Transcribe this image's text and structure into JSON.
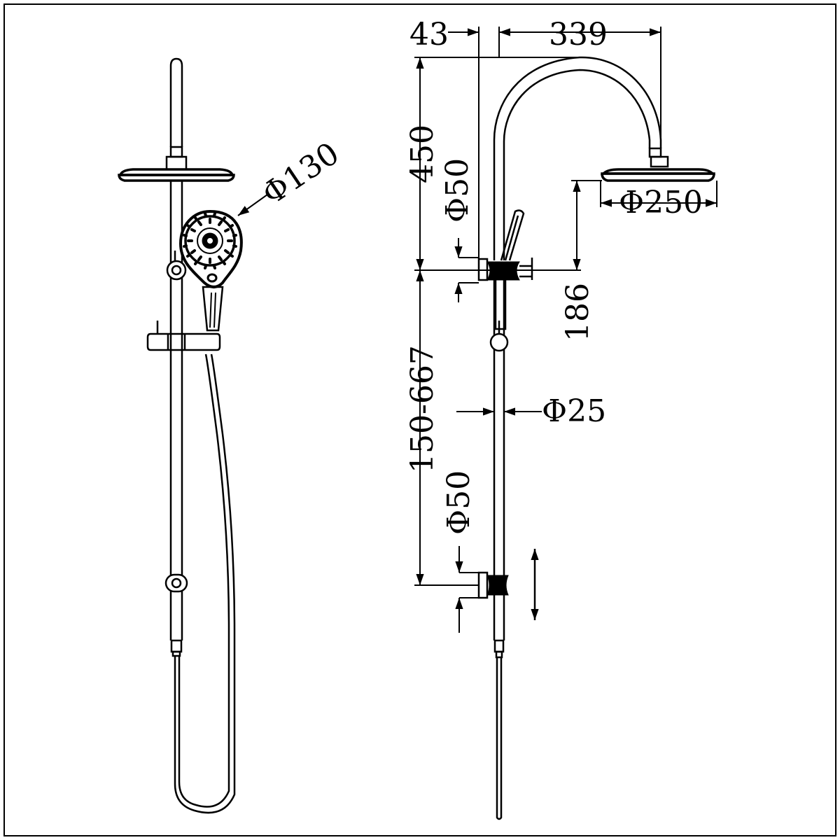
{
  "dimensions": {
    "handshower_diameter": "Φ130",
    "wall_offset": "43",
    "arm_reach": "339",
    "arm_height": "450",
    "top_bracket_diameter": "Φ50",
    "rose_diameter": "Φ250",
    "rose_drop": "186",
    "rail_height_range": "150-667",
    "rail_diameter": "Φ25",
    "bottom_bracket_diameter": "Φ50"
  }
}
